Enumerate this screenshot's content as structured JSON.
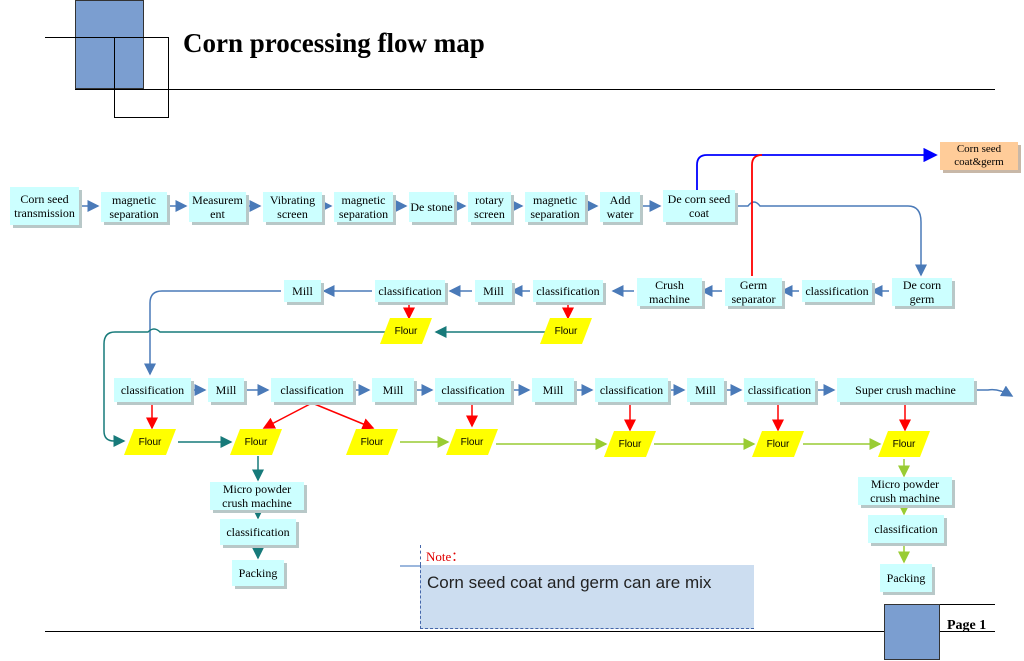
{
  "title": "Corn processing flow map",
  "page_label": "Page 1",
  "colors": {
    "accent_square": "#7b9ed0",
    "node_fill": "#ccffff",
    "flour_fill": "#ffff00",
    "output_fill": "#ffcc99",
    "arrow_blue": "#4a7ab8",
    "arrow_red": "#ff0000",
    "arrow_teal": "#177a7a",
    "arrow_green": "#99cc33",
    "arrow_darkblue": "#0000ff"
  },
  "row1": [
    "Corn seed transmission",
    "magnetic separation",
    "Measurem ent",
    "Vibrating screen",
    "magnetic separation",
    "De stone",
    "rotary screen",
    "magnetic separation",
    "Add water",
    "De corn seed coat"
  ],
  "output": "Corn seed coat&germ",
  "row2": {
    "de_corn_germ": "De corn germ",
    "classification_a": "classification",
    "germ_separator": "Germ separator",
    "crush_machine": "Crush machine",
    "classification_b": "classification",
    "mill_a": "Mill",
    "classification_c": "classification",
    "mill_b": "Mill",
    "flour_1": "Flour",
    "flour_2": "Flour"
  },
  "row3": [
    "classification",
    "Mill",
    "classification",
    "Mill",
    "classification",
    "Mill",
    "classification",
    "Mill",
    "classification",
    "Super crush machine"
  ],
  "row4_flours": [
    "Flour",
    "Flour",
    "Flour",
    "Flour",
    "Flour",
    "Flour",
    "Flour"
  ],
  "left_branch": [
    "Micro powder crush machine",
    "classification",
    "Packing"
  ],
  "right_branch": [
    "Micro powder crush machine",
    "classification",
    "Packing"
  ],
  "note": {
    "label": "Note：",
    "text": "Corn seed coat and germ can are mix"
  }
}
